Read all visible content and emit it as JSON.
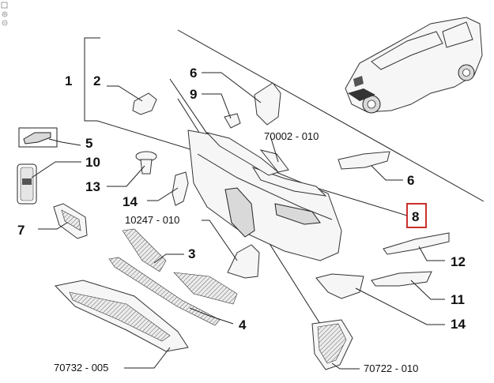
{
  "callouts": {
    "c1": "1",
    "c2": "2",
    "c3": "3",
    "c4": "4",
    "c5": "5",
    "c6a": "6",
    "c6b": "6",
    "c7": "7",
    "c8": "8",
    "c9": "9",
    "c10": "10",
    "c11": "11",
    "c12": "12",
    "c13": "13",
    "c14a": "14",
    "c14b": "14"
  },
  "refs": {
    "r70002": "70002 - 010",
    "r10247": "10247 - 010",
    "r70732": "70732 - 005",
    "r70722": "70722 - 010"
  },
  "highlight": {
    "item": "8",
    "color": "#c9302c"
  },
  "toolbar": {
    "icons": [
      "fit-icon",
      "zoom-in-icon",
      "zoom-out-icon"
    ]
  }
}
